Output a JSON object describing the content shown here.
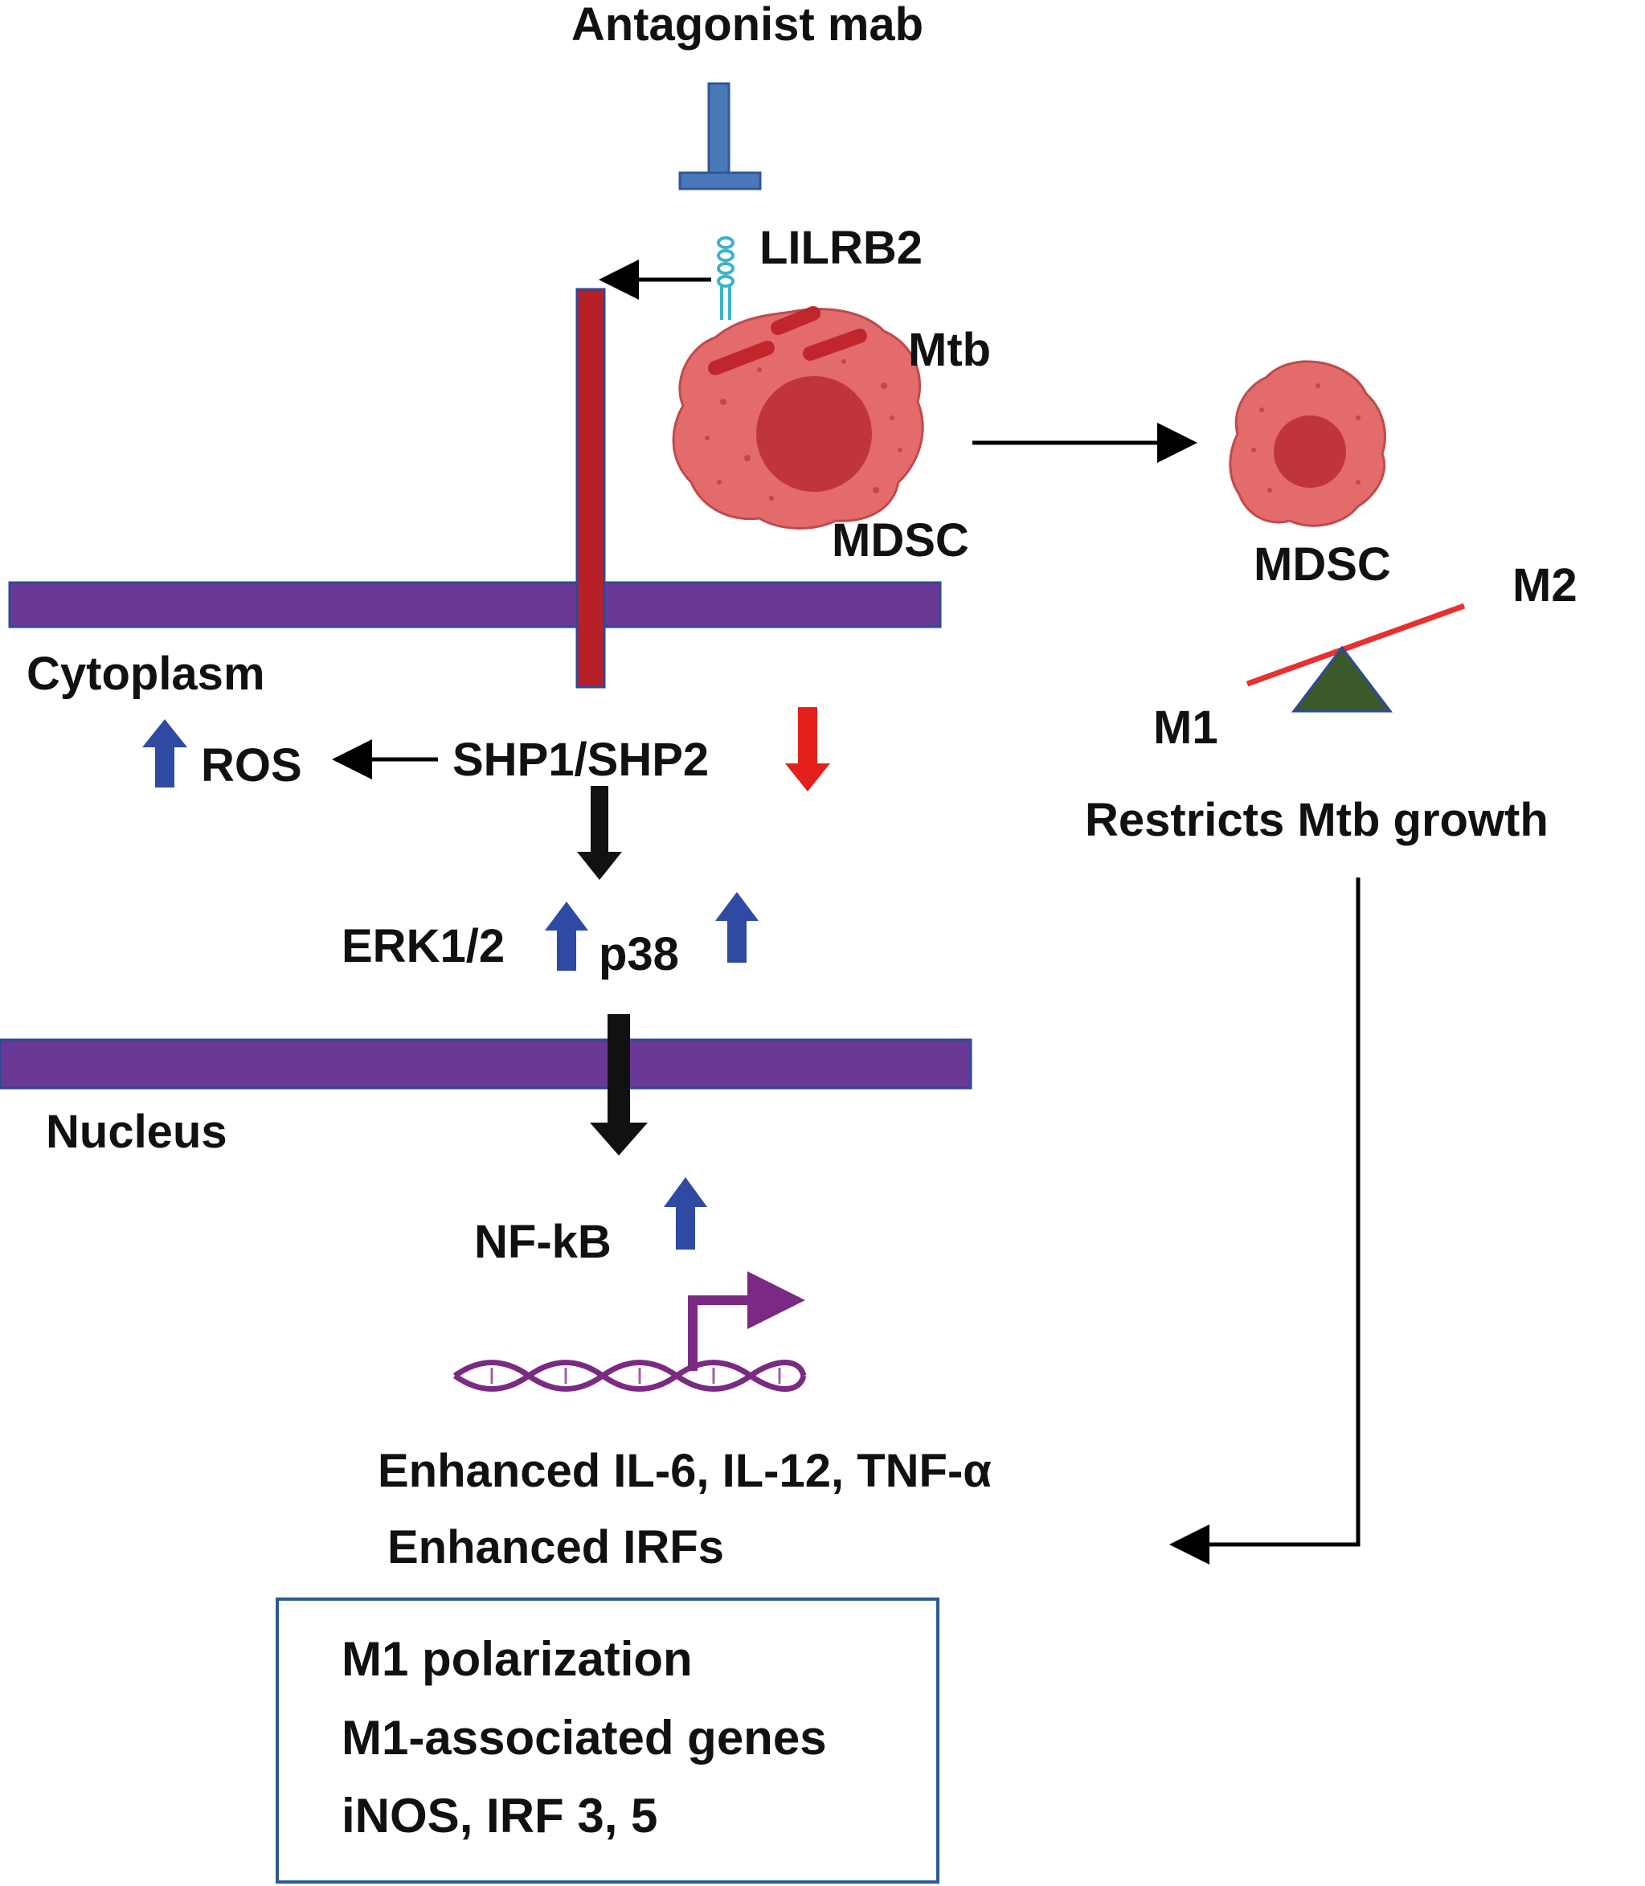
{
  "labels": {
    "antagonist": "Antagonist mab",
    "receptor": "LILRB2",
    "mtb": "Mtb",
    "mdsc_left": "MDSC",
    "mdsc_right": "MDSC",
    "m2": "M2",
    "m1": "M1",
    "restricts": "Restricts Mtb growth",
    "cytoplasm": "Cytoplasm",
    "ros": "ROS",
    "shp": "SHP1/SHP2",
    "erk": "ERK1/2",
    "p38": "p38",
    "nucleus": "Nucleus",
    "nfkb": "NF-kB",
    "enhanced_cytokines": "Enhanced IL-6, IL-12, TNF-α",
    "enhanced_irfs": "Enhanced IRFs"
  },
  "outcome_box": {
    "line1": "M1 polarization",
    "line2": "M1-associated genes",
    "line3": "iNOS, IRF 3, 5"
  },
  "colors": {
    "membrane": "#6a3996",
    "receptor": "#b82028",
    "cell": "#e36b6b",
    "nucleus": "#c0353a",
    "up_arrow": "#2e4aa3",
    "down_arrow": "#e3201b",
    "inhibitor": "#4a78b8",
    "balance_beam": "#e8302e",
    "balance_fulcrum": "#3a5a2a",
    "dna": "#7b2a83"
  }
}
